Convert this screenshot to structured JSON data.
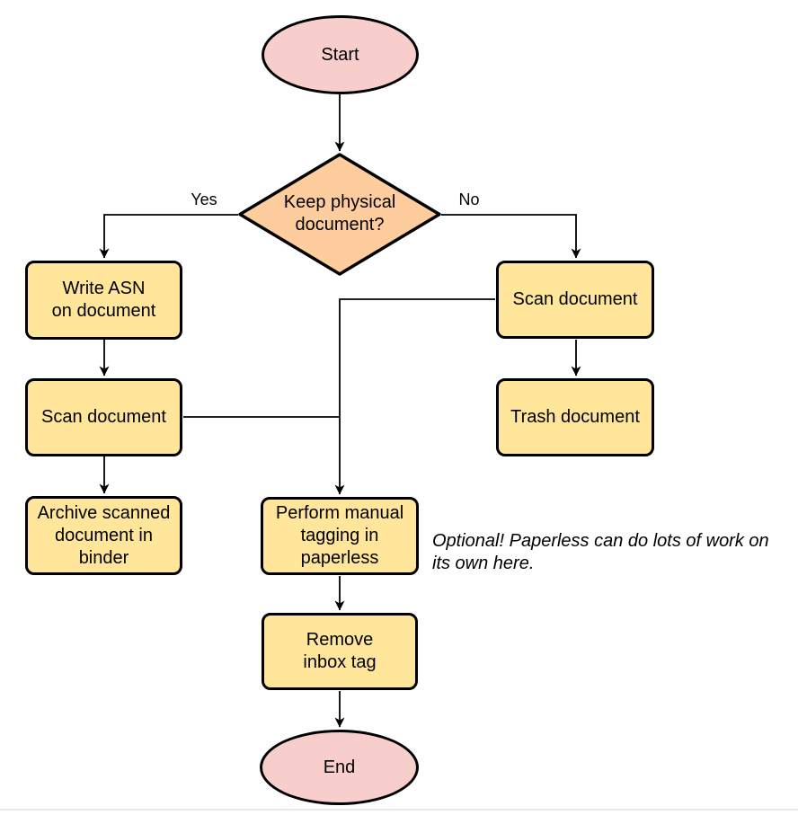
{
  "colors": {
    "terminal_fill": "#f8cecc",
    "decision_fill": "#fecd9e",
    "process_fill": "#ffe69a",
    "stroke": "#000000",
    "bottom_edge": "#f1e7e7"
  },
  "nodes": {
    "start": {
      "label": "Start"
    },
    "decision": {
      "label": "Keep physical\ndocument?"
    },
    "write_asn": {
      "label": "Write ASN\non document"
    },
    "scan_left": {
      "label": "Scan document"
    },
    "archive": {
      "label": "Archive scanned\ndocument in\nbinder"
    },
    "scan_right": {
      "label": "Scan document"
    },
    "trash": {
      "label": "Trash document"
    },
    "tagging": {
      "label": "Perform manual\ntagging in\npaperless"
    },
    "remove_inbox": {
      "label": "Remove\ninbox tag"
    },
    "end": {
      "label": "End"
    }
  },
  "edge_labels": {
    "yes": "Yes",
    "no": "No"
  },
  "note": {
    "text": "Optional! Paperless can do lots of work on\nits own here."
  }
}
